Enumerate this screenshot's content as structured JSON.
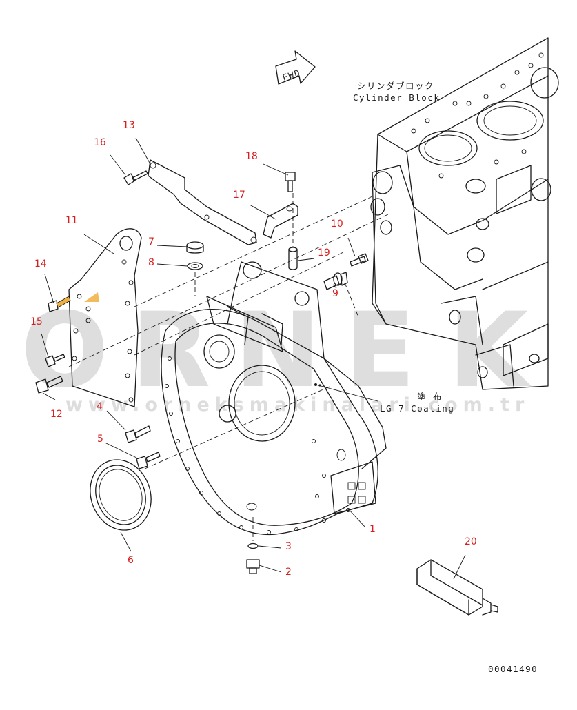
{
  "labels": {
    "fwd": "FWD",
    "cylinder_block_jp": "シリンダブロック",
    "cylinder_block_en": "Cylinder Block",
    "coating_jp": "塗 布",
    "coating_en": "LG-7 Coating",
    "drawing_number": "00041490"
  },
  "watermark": {
    "letters": [
      "O",
      "R",
      "N",
      "E",
      "K"
    ],
    "url": "www.orneksmakinalari.com.tr"
  },
  "part_numbers": {
    "p1": "1",
    "p2": "2",
    "p3": "3",
    "p4": "4",
    "p5": "5",
    "p6": "6",
    "p7": "7",
    "p8": "8",
    "p9": "9",
    "p10": "10",
    "p11": "11",
    "p12": "12",
    "p13": "13",
    "p14": "14",
    "p15": "15",
    "p16": "16",
    "p17": "17",
    "p18": "18",
    "p19": "19",
    "p20": "20"
  },
  "colors": {
    "part_number": "#d81e1e",
    "line": "#1a1a1a",
    "watermark": "#c4c4c4",
    "accent_orange": "#f0b040"
  }
}
